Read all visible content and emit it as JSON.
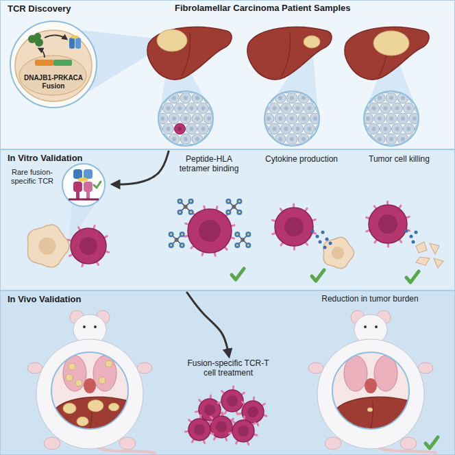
{
  "diagram": {
    "nodes": [
      {
        "text": [
          "TCR Discovery"
        ]
      },
      {
        "text": [
          "DNAJB1-PRKACA Fusion"
        ],
        "in": 0
      },
      {
        "text": [
          "In Vitro Validation"
        ]
      },
      {
        "text": [
          "Rare fusion-specific TCR"
        ],
        "in": 2
      },
      {
        "text": [
          "In Vivo Validation"
        ]
      }
    ],
    "labels": [
      "Fibrolamellar Carcinoma Patient Samples",
      "Peptide-HLA tetramer binding",
      "Cytokine production",
      "Tumor cell killing",
      "Fusion-specific TCR-T cell treatment",
      "Reduction in tumor burden"
    ]
  }
}
